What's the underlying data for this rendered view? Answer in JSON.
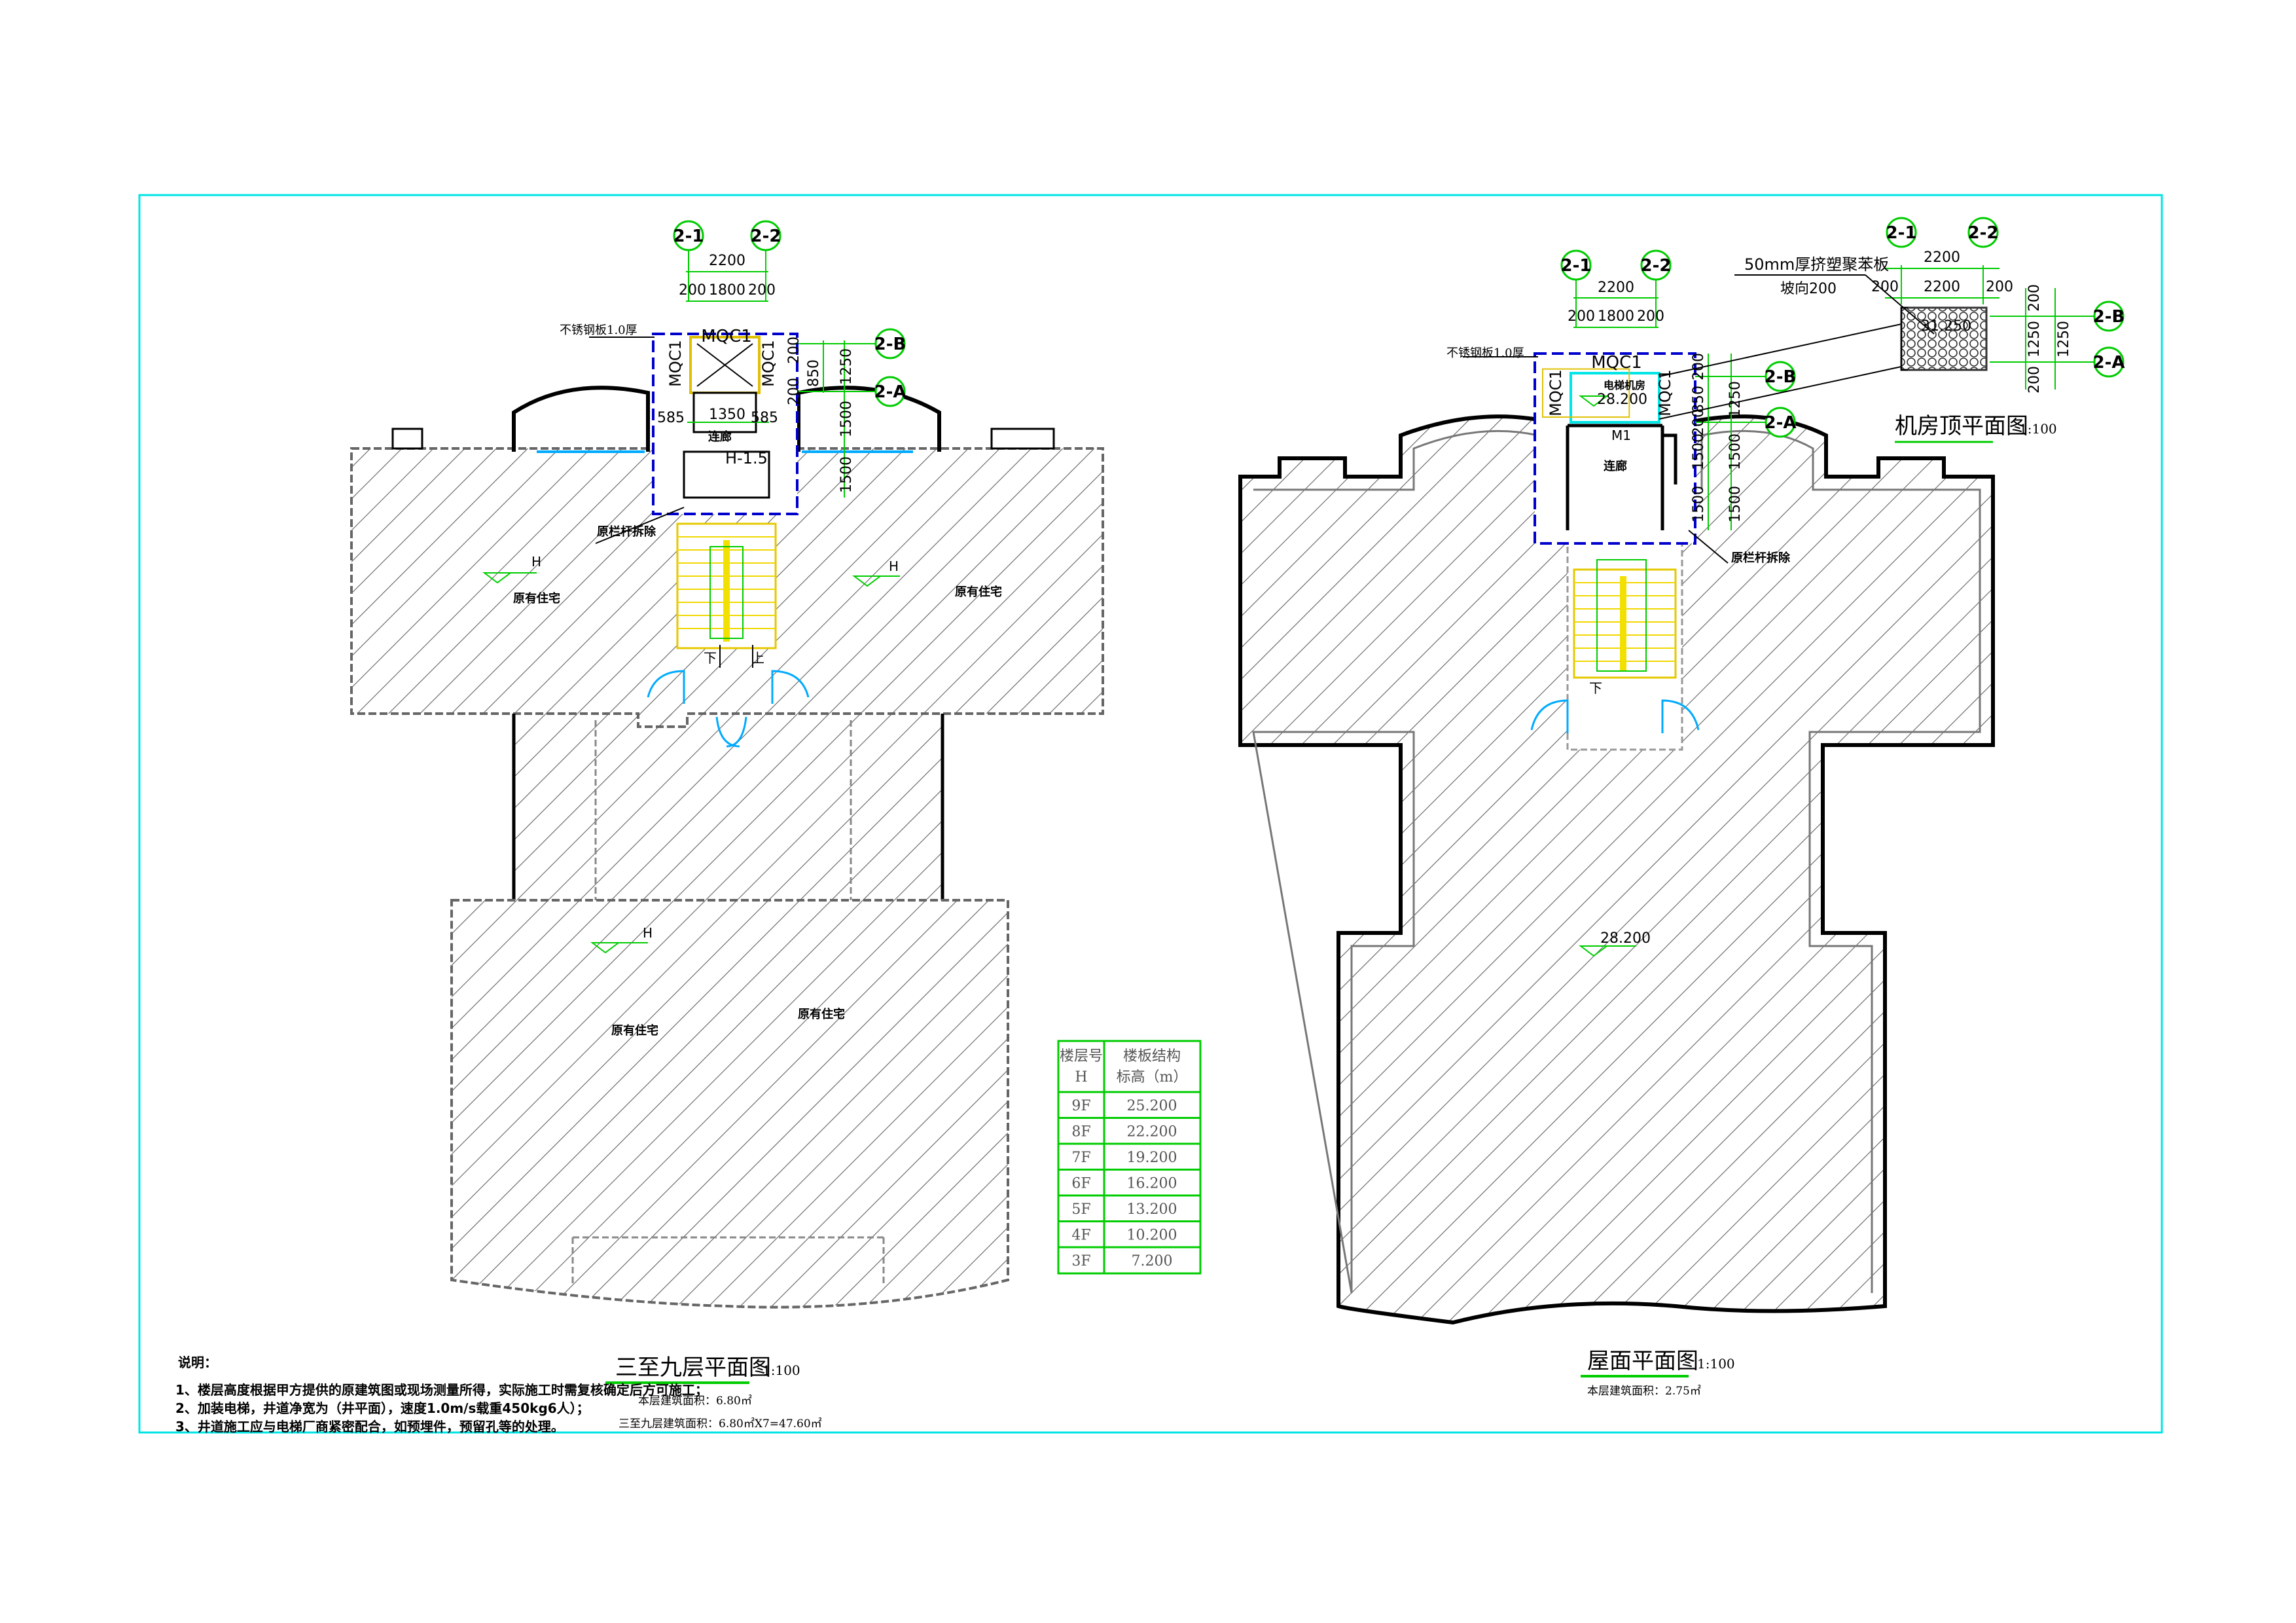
{
  "plan_left": {
    "title": "三至九层平面图",
    "scale": "1:100",
    "area_floor": "本层建筑面积：6.80㎡",
    "area_total": "三至九层建筑面积：6.80㎡X7=47.60㎡",
    "room_left_upper": "原有住宅",
    "room_right_upper": "原有住宅",
    "room_left_lower": "原有住宅",
    "room_right_lower": "原有住宅",
    "corridor": "连廊",
    "door_mqc1": "MQC1",
    "door_mqc1_left": "MQC1",
    "door_mqc1_right": "MQC1",
    "h_mark": "H-1.5",
    "steel_note": "不锈钢板1.0厚",
    "railing_note": "原栏杆拆除",
    "stair_down": "下",
    "stair_up": "上",
    "level_h1": "H",
    "level_h2": "H",
    "level_h3": "H",
    "axis_a": "2-1",
    "axis_b": "2-2",
    "axis_c": "2-B",
    "axis_d": "2-A",
    "dims": {
      "d2200": "2200",
      "d200a": "200",
      "d1800": "1800",
      "d200b": "200",
      "d1350": "1350",
      "d585a": "585",
      "d585b": "585",
      "d1250": "1250",
      "d850": "850",
      "d200c": "200",
      "d200d": "200",
      "d1500a": "1500",
      "d1500b": "1500"
    }
  },
  "plan_right": {
    "title": "屋面平面图",
    "scale": "1:100",
    "area_floor": "本层建筑面积：2.75㎡",
    "corridor": "连廊",
    "machine_room": "电梯机房",
    "machine_level": "28.200",
    "door_m1": "M1",
    "door_mqc1": "MQC1",
    "door_mqc1_left": "MQC1",
    "door_mqc1_right": "MQC1",
    "roof_level": "28.200",
    "steel_note": "不锈钢板1.0厚",
    "railing_note": "原栏杆拆除",
    "stair_down": "下",
    "axis_a": "2-1",
    "axis_b": "2-2",
    "axis_c": "2-B",
    "axis_d": "2-A",
    "dims": {
      "d2200": "2200",
      "d200a": "200",
      "d1800": "1800",
      "d200b": "200",
      "d200c": "200",
      "d850": "850",
      "d1250": "1250",
      "d200d": "200",
      "d1500a": "1500",
      "d1500b": "1500",
      "d1500c": "1500",
      "d1500d": "1500"
    }
  },
  "machine_roof": {
    "title": "机房顶平面图",
    "scale": "1:100",
    "insulation_note": "50mm厚挤塑聚苯板",
    "slope_note": "坡向200",
    "level": "31.250",
    "axis_a": "2-1",
    "axis_b": "2-2",
    "axis_c": "2-B",
    "axis_d": "2-A",
    "dims": {
      "d2200a": "2200",
      "d200a": "200",
      "d2200b": "2200",
      "d200b": "200",
      "d200c": "200",
      "d1250a": "1250",
      "d1250b": "1250",
      "d200d": "200"
    }
  },
  "level_table": {
    "header_floor": "楼层号",
    "header_floor_sub": "H",
    "header_level": "楼板结构",
    "header_level_sub": "标高（m）",
    "rows": [
      {
        "floor": "9F",
        "level": "25.200"
      },
      {
        "floor": "8F",
        "level": "22.200"
      },
      {
        "floor": "7F",
        "level": "19.200"
      },
      {
        "floor": "6F",
        "level": "16.200"
      },
      {
        "floor": "5F",
        "level": "13.200"
      },
      {
        "floor": "4F",
        "level": "10.200"
      },
      {
        "floor": "3F",
        "level": "7.200"
      }
    ]
  },
  "notes": {
    "heading": "说明：",
    "line1": "1、楼层高度根据甲方提供的原建筑图或现场测量所得，实际施工时需复核确定后方可施工；",
    "line2": "2、加装电梯，井道净宽为（井平面），速度1.0m/s载重450kg6人）；",
    "line3": "3、井道施工应与电梯厂商紧密配合，如预埋件，预留孔等的处理。"
  },
  "colors": {
    "frame": "#00e5e5",
    "axis": "#00cc00",
    "outline": "#000000",
    "hatch": "#555555",
    "dash_blue": "#0000cc",
    "stair": "#ffee00",
    "cyan": "#00c8ff",
    "table": "#00cc00"
  }
}
